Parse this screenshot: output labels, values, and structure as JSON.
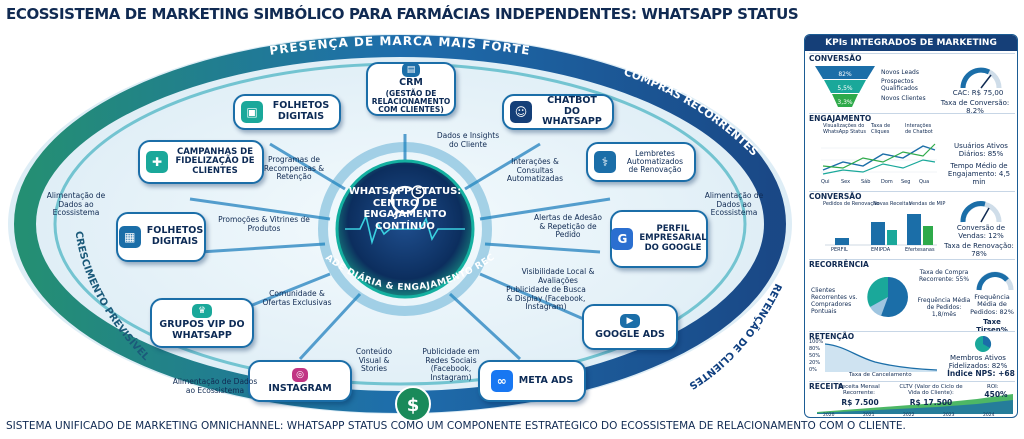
{
  "title": "ECOSSISTEMA DE MARKETING SIMBÓLICO PARA FARMÁCIAS INDEPENDENTES: WHATSAPP STATUS COMO O CENTRO DE ENGAJAMENTO CONTÍNUO",
  "footer": "SISTEMA UNIFICADO DE MARKETING OMNICHANNEL: WHATSAPP STATUS COMO UM COMPONENTE ESTRATÉGICO DO ECOSSISTEMA DE RELACIONAMENTO COM O CLIENTE.",
  "ring": {
    "top": "PRESENÇA DE MARCA MAIS FORTE",
    "right_top": "COMPRAS RECORRENTES",
    "right_bottom": "RETENÇÃO DE CLIENTES",
    "left": "CRESCIMENTO PREVISÍVEL",
    "left_partial": "CRESCIM",
    "inner": "VISIBILIDADE DIÁRIA & ENGAJAMENTO RECORRENTE"
  },
  "hub": {
    "l1": "WHATSAPP STATUS:",
    "l2": "CENTRO DE",
    "l3": "ENGAJAMENTO",
    "l4": "CONTÍNUO"
  },
  "nodes": {
    "crm": {
      "title": "CRM",
      "sub": "(GESTÃO DE RELACIONAMENTO COM CLIENTES)"
    },
    "folhetos_top": "FOLHETOS DIGITAIS",
    "chatbot": "CHATBOT DO WHATSAPP",
    "campanhas": "CAMPANHAS DE FIDELIZAÇÃO DE CLIENTES",
    "lembretes": "Lembretes Automatizados de Renovação",
    "folhetos_mid": "FOLHETOS DIGITAIS",
    "perfil": "PERFIL EMPRESARIAL DO GOOGLE",
    "grupos": "GRUPOS VIP DO WHATSAPP",
    "google_ads": "GOOGLE ADS",
    "instagram": "INSTAGRAM",
    "meta_ads": "META ADS",
    "dollar": "$"
  },
  "labels": {
    "dados_insights": "Dados e Insights do Cliente",
    "programas": "Programas de Recompensas & Retenção",
    "interacoes": "Interações & Consultas Automatizadas",
    "alim_tl": "Alimentação de Dados ao Ecossistema",
    "alim_tr": "Alimentação de Dados ao Ecossistema",
    "promocoes": "Promoções & Vitrines de Produtos",
    "alertas": "Alertas de Adesão & Repetição de Pedido",
    "visibilidade": "Visibilidade Local & Avaliações",
    "comunidade": "Comunidade & Ofertas Exclusivas",
    "publicidade_busca": "Publicidade de Busca & Display (Facebook, Instagram)",
    "conteudo": "Conteúdo Visual & Stories",
    "publicidade_redes": "Publicidade em Redes Sociais (Facebook, Instagram)",
    "alim_bl": "Alimentação de Dados ao Ecossistema"
  },
  "kpi": {
    "header": "KPIs INTEGRADOS DE MARKETING",
    "conversao": {
      "title": "CONVERSÃO",
      "funnel": [
        "82%",
        "5,5%",
        "3,3%"
      ],
      "funnel_labels": [
        "Novos Leads",
        "Prospectos Qualificados",
        "Novos Clientes"
      ],
      "cac": "CAC: R$ 75,00",
      "taxa": "Taxa de Conversão: 8,2%"
    },
    "engajamento": {
      "title": "ENGAJAMENTO",
      "legend": [
        "Visualizações do WhatsApp Status",
        "Taxa de Cliques",
        "Interações de Chatbot"
      ],
      "days": [
        "Qui",
        "Sex",
        "Sáb",
        "Dom",
        "Seg",
        "Qua"
      ],
      "usuarios": "Usuários Ativos Diários: 85%",
      "tempo": "Tempo Médio de Engajamento: 4,5 min"
    },
    "conversao2": {
      "title": "CONVERSÃO",
      "legend": [
        "Pedidos de Renovação",
        "Novas Receitas",
        "Vendas de MIP"
      ],
      "cats": [
        "PERFIL",
        "EMIPDA",
        "Efertesanas"
      ],
      "conv": "Conversão de Vendas: 12%",
      "renov": "Taxa de Renovação: 78%"
    },
    "recorrencia": {
      "title": "RECORRÊNCIA",
      "left": "Clientes Recorrentes vs. Compradores Pontuais",
      "taxa": "Taxa de Compra Recorrente: 55%",
      "freq": "Frequência Média de Pedidos: 1,8/mês",
      "freq2": "Frequência Média de Pedidos: 82%",
      "taxe": "Taxe Tirsen%"
    },
    "retencao": {
      "title": "RETENÇÃO",
      "yticks": [
        "100%",
        "80%",
        "50%",
        "20%",
        "0%"
      ],
      "xlabel": "Taxa de Cancelamento",
      "membros": "Membros Ativos Fidelizados: 82%",
      "nps": "Índice NPS: +68"
    },
    "receita": {
      "title": "RECEITA",
      "mensal_l": "Receita Mensal Recorrente:",
      "mensal_v": "R$ 7.500",
      "cltv_l": "CLTV (Valor do Ciclo de Vida do Cliente):",
      "cltv_v": "R$ 17.500",
      "roi_l": "ROI:",
      "roi_v": "450%",
      "years": [
        "2020",
        "2021",
        "2022",
        "2023",
        "2024"
      ]
    }
  },
  "colors": {
    "navy": "#0c2a55",
    "blue": "#1b6ea8",
    "teal": "#1aa89a",
    "green": "#2eaa4a",
    "light": "#e6f2f8"
  }
}
